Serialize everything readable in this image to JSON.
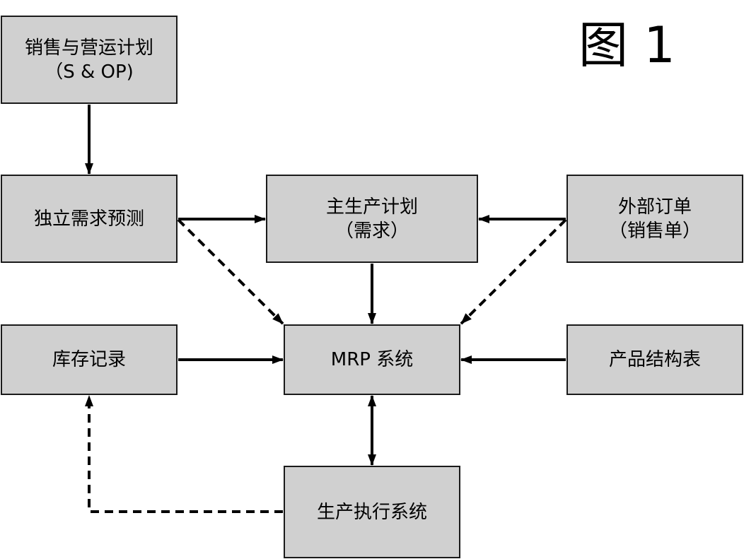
{
  "figure_label": "图 1",
  "nodes": {
    "sop": {
      "line1": "销售与营运计划",
      "line2": "（S & OP)"
    },
    "forecast": {
      "line1": "独立需求预测"
    },
    "mps": {
      "line1": "主生产计划",
      "line2": "（需求）"
    },
    "external_orders": {
      "line1": "外部订单",
      "line2": "（销售单）"
    },
    "inventory": {
      "line1": "库存记录"
    },
    "mrp": {
      "line1": "MRP 系统"
    },
    "bom": {
      "line1": "产品结构表"
    },
    "mes": {
      "line1": "生产执行系统"
    }
  },
  "edges": [
    {
      "from": "sop",
      "to": "forecast",
      "style": "solid",
      "direction": "forward"
    },
    {
      "from": "forecast",
      "to": "mps",
      "style": "solid",
      "direction": "forward"
    },
    {
      "from": "external_orders",
      "to": "mps",
      "style": "solid",
      "direction": "forward"
    },
    {
      "from": "forecast",
      "to": "mrp",
      "style": "dashed",
      "direction": "forward"
    },
    {
      "from": "external_orders",
      "to": "mrp",
      "style": "dashed",
      "direction": "forward"
    },
    {
      "from": "mps",
      "to": "mrp",
      "style": "solid",
      "direction": "forward"
    },
    {
      "from": "inventory",
      "to": "mrp",
      "style": "solid",
      "direction": "forward"
    },
    {
      "from": "bom",
      "to": "mrp",
      "style": "solid",
      "direction": "forward"
    },
    {
      "from": "mrp",
      "to": "mes",
      "style": "solid",
      "direction": "both"
    },
    {
      "from": "mes",
      "to": "inventory",
      "style": "dashed",
      "direction": "forward"
    }
  ],
  "colors": {
    "box_fill": "#d0d0d0",
    "box_border": "#1a1a1a",
    "arrow": "#000000",
    "text": "#000000"
  }
}
